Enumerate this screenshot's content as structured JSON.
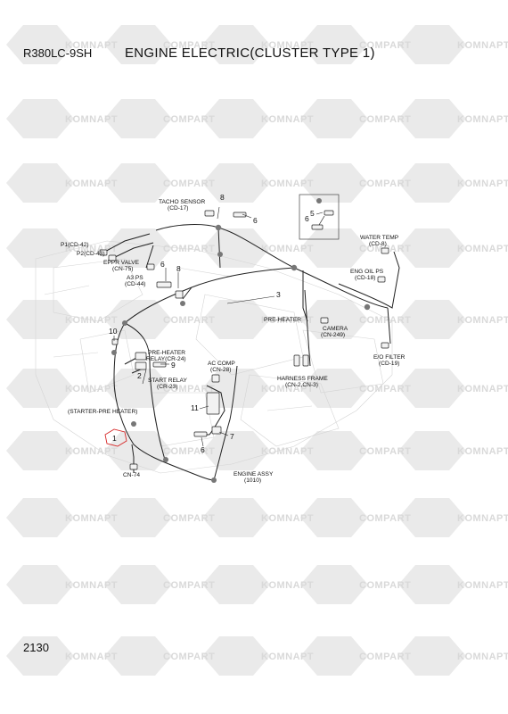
{
  "header": {
    "model": "R380LC-9SH",
    "title": "ENGINE ELECTRIC(CLUSTER TYPE 1)"
  },
  "footer": {
    "page_number": "2130"
  },
  "watermark": {
    "text_a": "KOMNAPT",
    "text_b": "COMPART"
  },
  "labels": {
    "tacho_sensor": "TACHO SENSOR",
    "tacho_sensor_code": "(CD-17)",
    "p1": "P1(CD-42)",
    "p2": "P2(CD-43)",
    "eppr_valve": "EPPR VALVE",
    "eppr_valve_code": "(CN-75)",
    "a3_ps": "A3 PS",
    "a3_ps_code": "(CD-44)",
    "water_temp": "WATER TEMP",
    "water_temp_code": "(CD-8)",
    "eng_oil_ps": "ENG OIL PS",
    "eng_oil_ps_code": "(CD-18)",
    "pre_heater": "PRE-HEATER",
    "camera": "CAMERA",
    "camera_code": "(CN-249)",
    "eo_filter": "E/O FILTER",
    "eo_filter_code": "(CD-19)",
    "pre_heater_relay": "PRE-HEATER",
    "pre_heater_relay_code": "RELAY(CR-24)",
    "start_relay": "START RELAY",
    "start_relay_code": "(CR-23)",
    "ac_comp": "AC COMP",
    "ac_comp_code": "(CN-28)",
    "harness_frame": "HARNESS FRAME",
    "harness_frame_code": "(CN-2,CN-3)",
    "starter_pre_heater": "(STARTER-PRE HEATER)",
    "cn74": "CN-74",
    "engine_assy": "ENGINE ASSY",
    "engine_assy_code": "(1010)"
  },
  "callouts": {
    "n1": "1",
    "n2": "2",
    "n3": "3",
    "n5": "5",
    "n6_inset": "6",
    "n6_a": "6",
    "n6_b": "6",
    "n6_c": "6",
    "n7": "7",
    "n8_a": "8",
    "n8_b": "8",
    "n9": "9",
    "n10": "10",
    "n11": "11"
  },
  "colors": {
    "line": "#222222",
    "watermark": "#d9d9d9",
    "highlight": "#d62828"
  }
}
